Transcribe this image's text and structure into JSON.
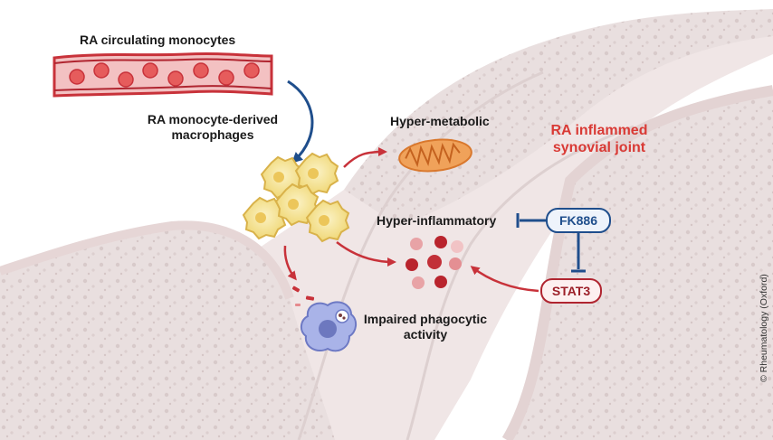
{
  "labels": {
    "circulating_monocytes": "RA circulating monocytes",
    "monocyte_macrophages_line1": "RA monocyte-derived",
    "monocyte_macrophages_line2": "macrophages",
    "hyper_metabolic": "Hyper-metabolic",
    "joint_line1": "RA inflammed",
    "joint_line2": "synovial joint",
    "hyper_inflammatory": "Hyper-inflammatory",
    "impaired_line1": "Impaired phagocytic",
    "impaired_line2": "activity",
    "fk886": "FK886",
    "stat3": "STAT3",
    "copyright": "© Rheumatology (Oxford)"
  },
  "colors": {
    "accent_red": "#d93a35",
    "inhibitor_blue": "#1f4e8c",
    "vessel_red": "#c8323a",
    "macrophage_yellow": "#f6e38f",
    "phagocyte_purple": "#9aa6e0",
    "mitochondrion_orange": "#e98a3a"
  }
}
